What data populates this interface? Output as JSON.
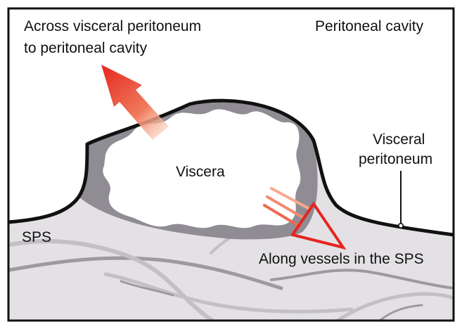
{
  "labels": {
    "across_line1": "Across visceral peritoneum",
    "across_line2": "to peritoneal cavity",
    "peritoneal_cavity": "Peritoneal cavity",
    "visceral_line1": "Visceral",
    "visceral_line2": "peritoneum",
    "viscera": "Viscera",
    "sps": "SPS",
    "along_vessels": "Along vessels in the SPS"
  },
  "colors": {
    "frame": "#111111",
    "peritoneum_line": "#111111",
    "sps_fill": "#e4e1e5",
    "viscera_ring": "#8f8c93",
    "viscera_interior": "#ffffff",
    "vessels_dark": "#9c9a9e",
    "vessels_light": "#c2c0c4",
    "arrow_red": "#e52420",
    "arrow_fade": "#f9c3ad"
  }
}
